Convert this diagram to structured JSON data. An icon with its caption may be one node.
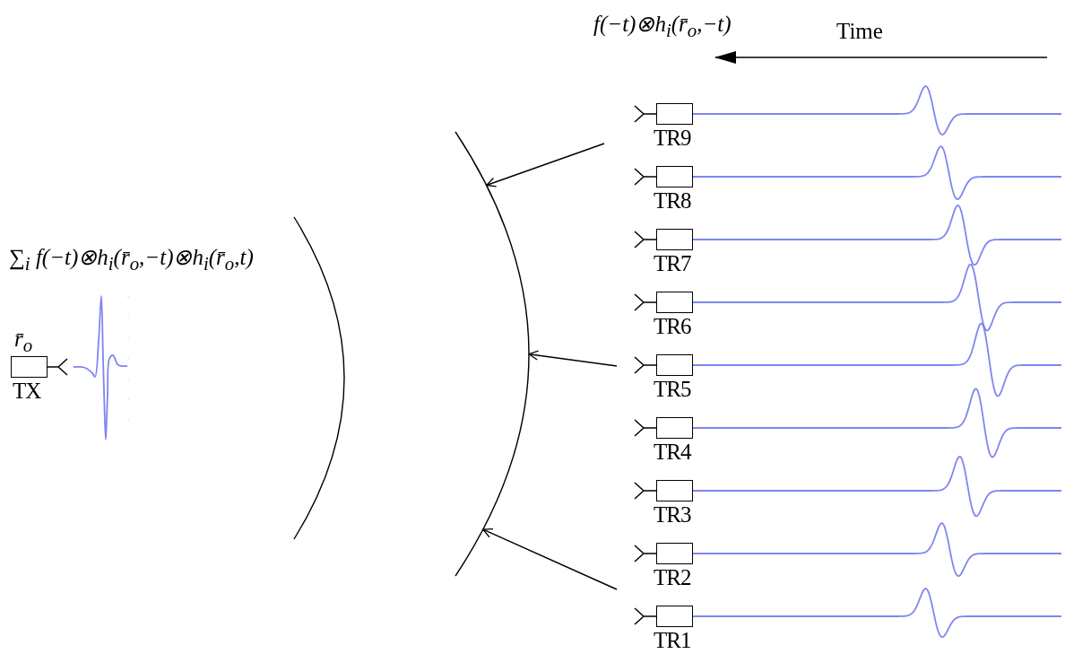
{
  "diagram": {
    "nodes": [
      {
        "text": [
          "TX"
        ],
        "beside": [
          "r̄$_{o}$"
        ]
      },
      {
        "text": [],
        "shape": "arc"
      },
      {
        "text": [
          "TR9"
        ]
      },
      {
        "text": [
          "TR8"
        ]
      },
      {
        "text": [
          "TR7"
        ]
      },
      {
        "text": [
          "TR6"
        ]
      },
      {
        "text": [
          "TR5"
        ]
      },
      {
        "text": [
          "TR4"
        ]
      },
      {
        "text": [
          "TR3"
        ]
      },
      {
        "text": [
          "TR2"
        ]
      },
      {
        "text": [
          "TR1"
        ]
      }
    ],
    "edges": [
      {
        "from": null,
        "to": 1,
        "arrow": "to"
      },
      {
        "from": null,
        "to": 1,
        "arrow": "to"
      },
      {
        "from": null,
        "to": 1,
        "arrow": "to"
      }
    ],
    "labels": [
      "f(−t)⊗h$_{i}$(r̄$_{o}$,−t)",
      "Time",
      "∑$_{i}$ f(−t)⊗h$_{i}$(r̄$_{o}$,−t)⊗h$_{i}$(r̄$_{o}$,t)"
    ]
  }
}
